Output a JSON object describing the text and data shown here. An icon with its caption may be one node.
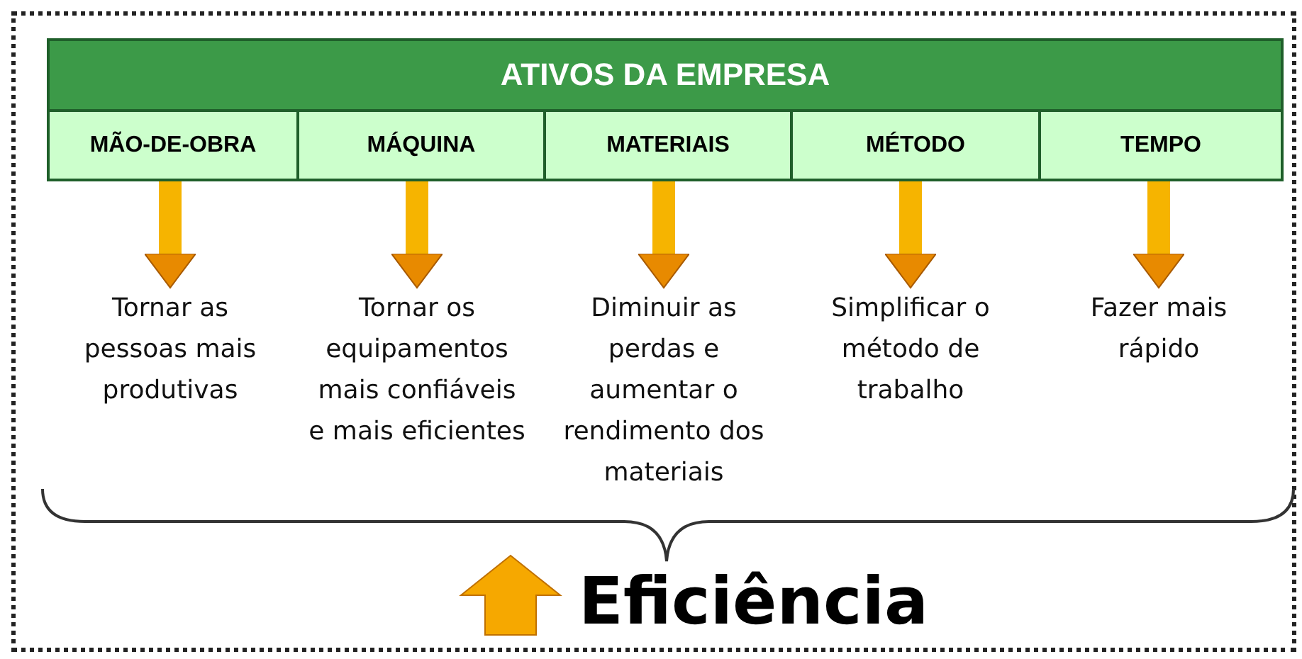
{
  "diagram": {
    "nodes": [
      {
        "text": [
          "ATIVOS DA EMPRESA"
        ]
      },
      {
        "text": [
          "MÃO-DE-OBRA"
        ],
        "in": 0
      },
      {
        "text": [
          "MÁQUINA"
        ],
        "in": 0
      },
      {
        "text": [
          "MATERIAIS"
        ],
        "in": 0
      },
      {
        "text": [
          "MÉTODO"
        ],
        "in": 0
      },
      {
        "text": [
          "TEMPO"
        ],
        "in": 0
      },
      {
        "text": [
          "Tornar as pessoas mais produtivas"
        ]
      },
      {
        "text": [
          "Tornar os equipamentos mais confiáveis e mais eficientes"
        ]
      },
      {
        "text": [
          "Diminuir as perdas e aumentar o rendimento dos materiais"
        ]
      },
      {
        "text": [
          "Simplificar o método de trabalho"
        ]
      },
      {
        "text": [
          "Fazer mais rápido"
        ]
      }
    ],
    "edges": [
      {
        "from": 1,
        "to": 6,
        "arrow": "to"
      },
      {
        "from": 2,
        "to": 7,
        "arrow": "to"
      },
      {
        "from": 3,
        "to": 8,
        "arrow": "to"
      },
      {
        "from": 4,
        "to": 9,
        "arrow": "to"
      },
      {
        "from": 5,
        "to": 10,
        "arrow": "to"
      }
    ],
    "labels": [
      "Eficiência"
    ]
  }
}
